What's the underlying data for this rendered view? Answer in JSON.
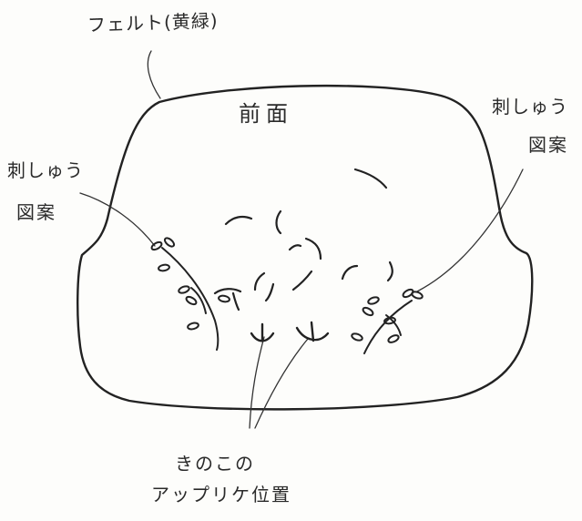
{
  "labels": {
    "felt": "フェルト(黄緑)",
    "front": "前面",
    "embroidery_left_line1": "刺しゅう",
    "embroidery_left_line2": "図案",
    "embroidery_right_line1": "刺しゅう",
    "embroidery_right_line2": "図案",
    "mushroom_line1": "きのこの",
    "mushroom_line2": "アップリケ位置"
  },
  "colors": {
    "ink": "#222222",
    "paper": "#fdfdfb"
  }
}
